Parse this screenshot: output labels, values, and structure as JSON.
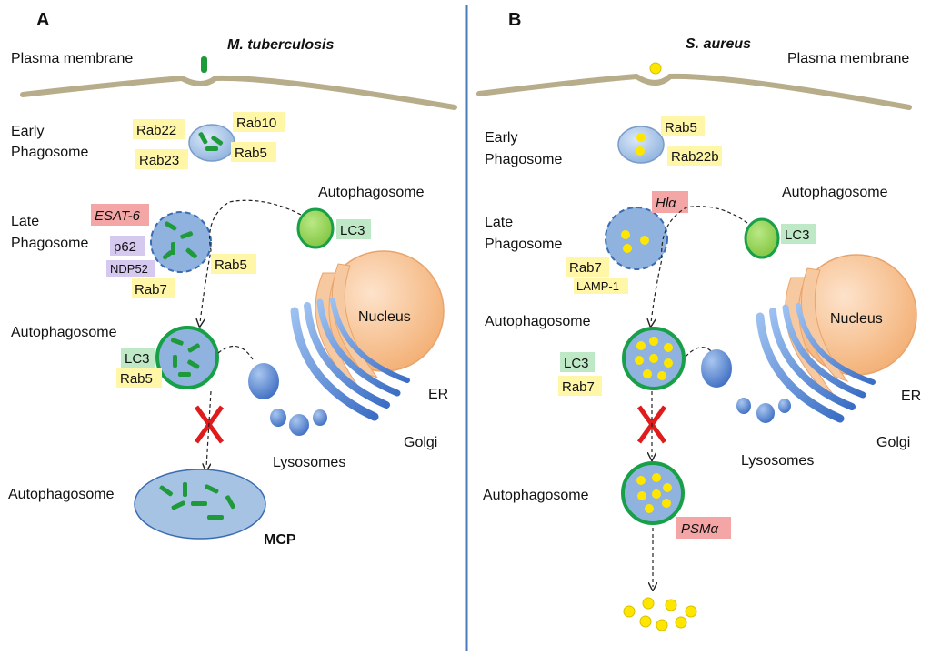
{
  "panel_a": {
    "letter": "A",
    "plasma_membrane": "Plasma membrane",
    "pathogen": "M. tuberculosis",
    "early_phagosome": [
      "Early",
      "Phagosome"
    ],
    "early_markers": [
      "Rab22",
      "Rab10",
      "Rab23",
      "Rab5"
    ],
    "late_phagosome": [
      "Late",
      "Phagosome"
    ],
    "late_markers": [
      "ESAT-6",
      "p62",
      "NDP52",
      "Rab5",
      "Rab7"
    ],
    "autophagosome_top": "Autophagosome",
    "lc3": "LC3",
    "autophagosome_mid": "Autophagosome",
    "auto_markers": [
      "LC3",
      "Rab5"
    ],
    "nucleus": "Nucleus",
    "er": "ER",
    "golgi": "Golgi",
    "lysosomes": "Lysosomes",
    "autophagosome_bottom": "Autophagosome",
    "mcp": "MCP"
  },
  "panel_b": {
    "letter": "B",
    "plasma_membrane": "Plasma membrane",
    "pathogen": "S. aureus",
    "early_phagosome": [
      "Early",
      "Phagosome"
    ],
    "early_markers": [
      "Rab5",
      "Rab22b"
    ],
    "late_phagosome": [
      "Late",
      "Phagosome"
    ],
    "late_markers": [
      "Hlα",
      "Rab7",
      "LAMP-1"
    ],
    "autophagosome_top": "Autophagosome",
    "lc3": "LC3",
    "autophagosome_mid": "Autophagosome",
    "auto_markers": [
      "LC3",
      "Rab7"
    ],
    "nucleus": "Nucleus",
    "er": "ER",
    "golgi": "Golgi",
    "lysosomes": "Lysosomes",
    "autophagosome_bottom": "Autophagosome",
    "psm": "PSMα"
  },
  "colors": {
    "membrane": "#b8ad8a",
    "bacterium_green": "#1f9a3a",
    "yellow_tag": "#fff6a8",
    "red_tag": "#f4a6a6",
    "green_tag": "#bfe8c6",
    "purple_tag": "#d6c9ef",
    "vesicle_blue": "#9fc0e8",
    "lc3_green": "#8fd14f",
    "nucleus": "#f7c9a0",
    "er_blue": "#6d9be0",
    "divider": "#4a7ab8",
    "staph_yellow": "#ffe600"
  }
}
